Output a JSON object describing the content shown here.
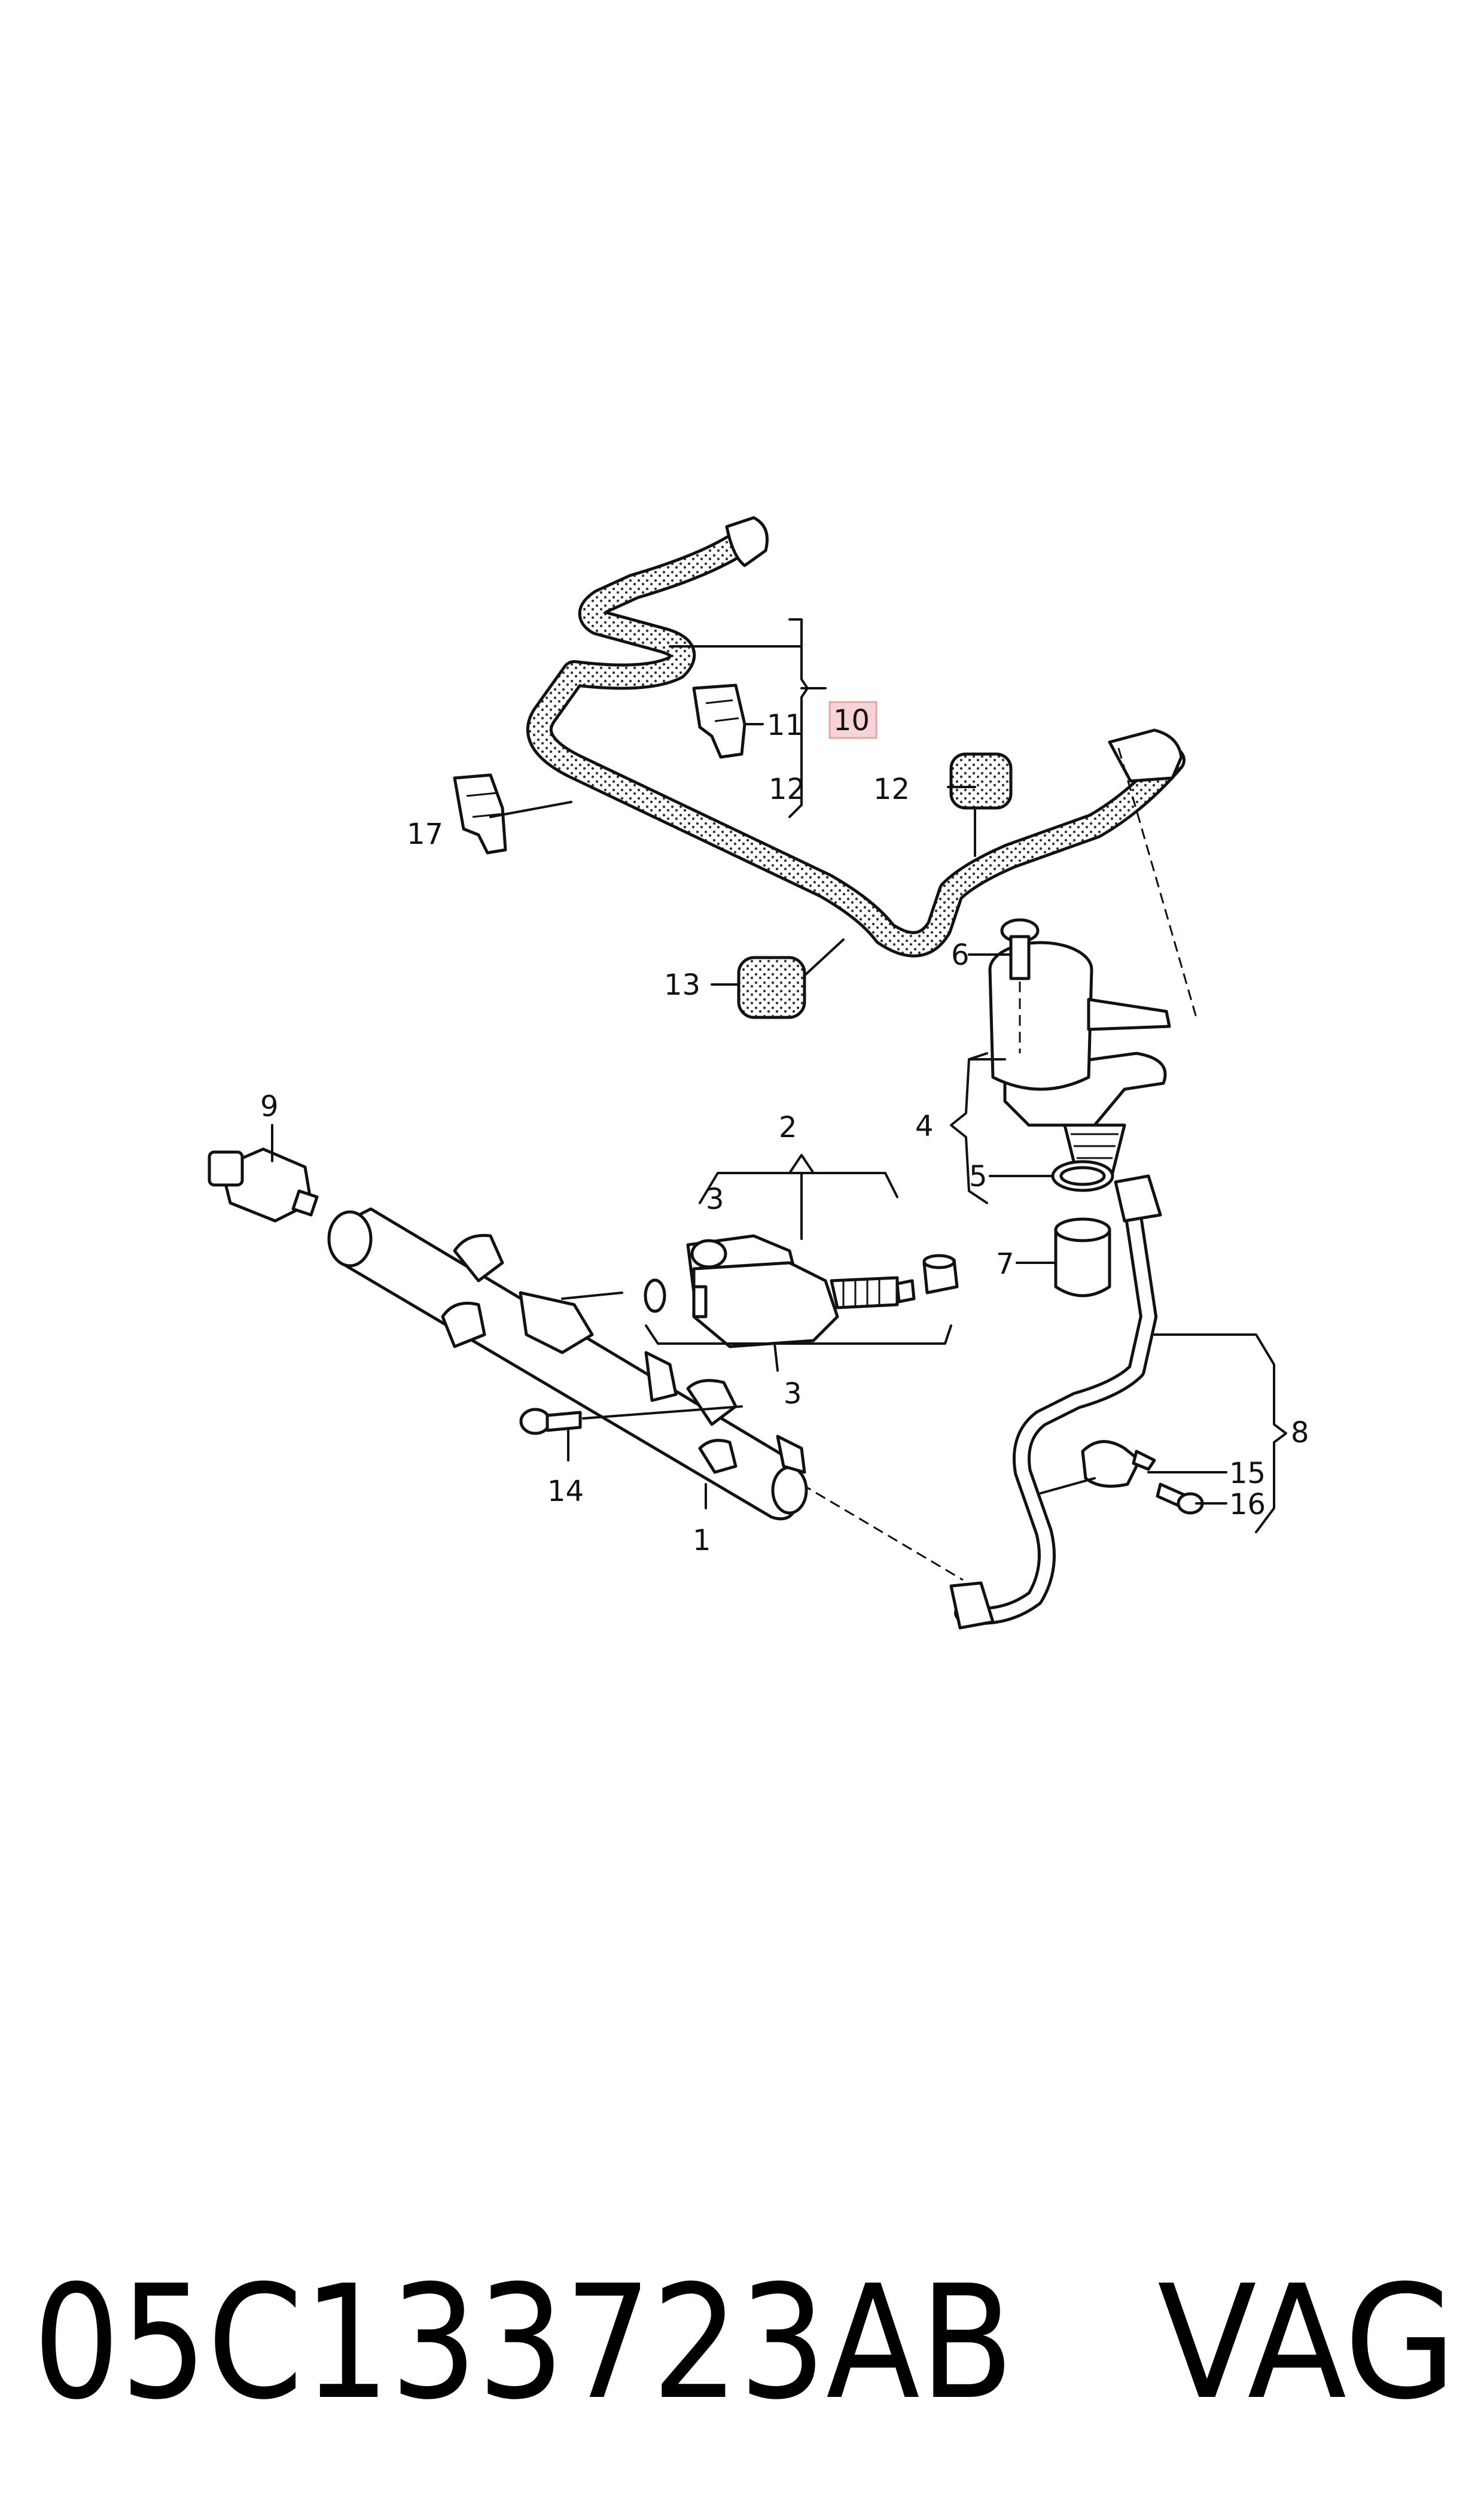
{
  "part_number": "05C133723AB",
  "brand": "VAG",
  "highlight_color": "#e8a5a8",
  "callouts": {
    "c1": "1",
    "c2": "2",
    "c3a": "3",
    "c3b": "3",
    "c4": "4",
    "c5": "5",
    "c6": "6",
    "c7": "7",
    "c8": "8",
    "c9": "9",
    "c10": "10",
    "c11": "11",
    "c12a": "12",
    "c12b": "12",
    "c13": "13",
    "c14": "14",
    "c15": "15",
    "c16": "16",
    "c17": "17"
  }
}
